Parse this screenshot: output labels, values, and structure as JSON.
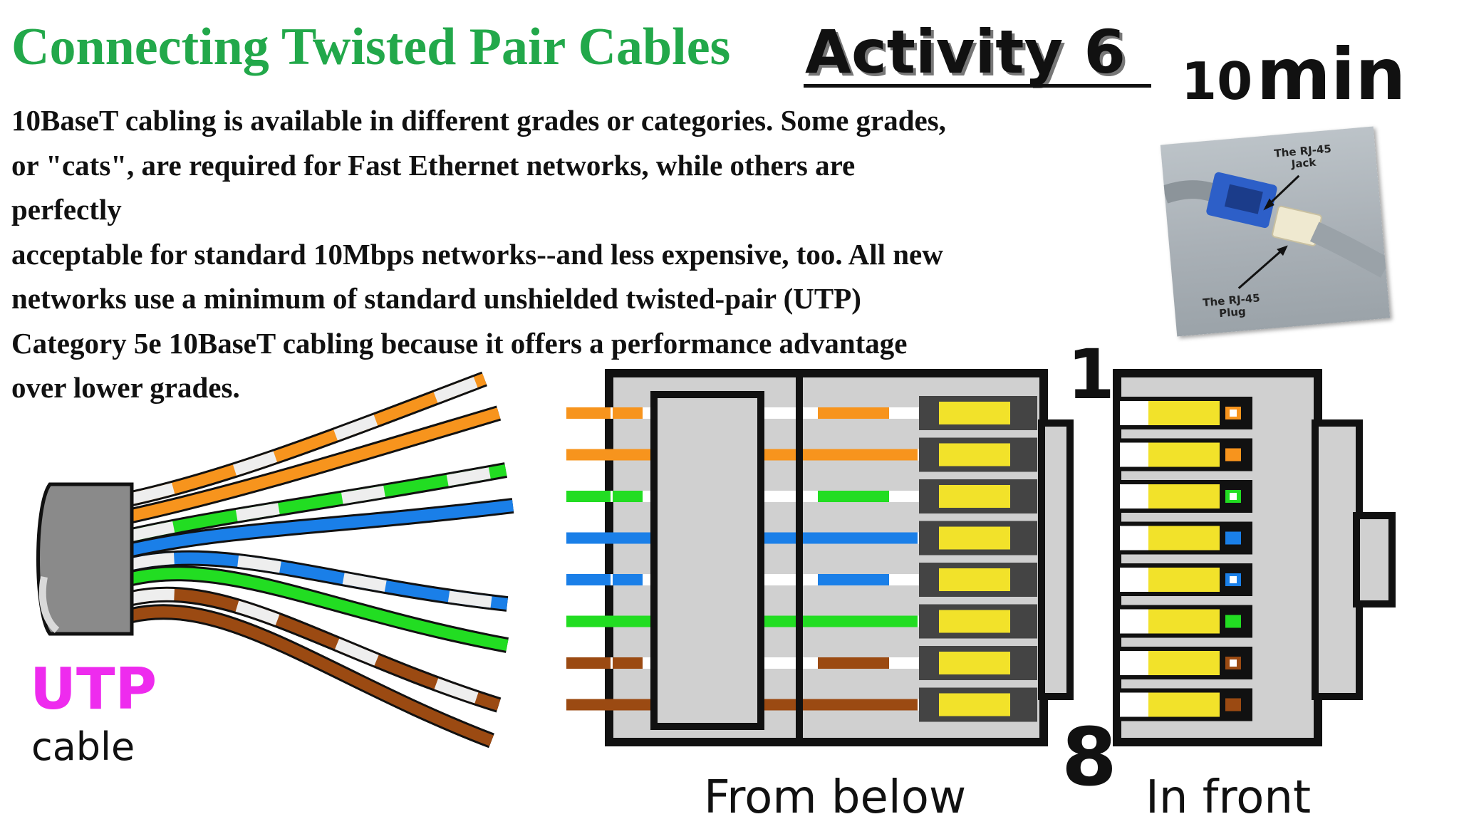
{
  "header": {
    "title": "Connecting Twisted Pair Cables",
    "activity": "Activity 6",
    "duration_number": "10",
    "duration_unit": "min"
  },
  "description": {
    "lines": [
      "10BaseT cabling is available in different grades or categories. Some grades,",
      "or \"cats\", are required for Fast Ethernet networks, while others are",
      "perfectly",
      "acceptable for standard 10Mbps networks--and less expensive, too. All new",
      "networks use a minimum of standard unshielded twisted-pair (UTP)",
      "Category 5e 10BaseT cabling because it offers a performance advantage",
      "over lower grades."
    ]
  },
  "photo": {
    "jack_label_1": "The RJ-45",
    "jack_label_2": "Jack",
    "plug_label_1": "The RJ-45",
    "plug_label_2": "Plug"
  },
  "cable": {
    "label_main": "UTP",
    "label_sub": "cable"
  },
  "connector": {
    "pin_first": "1",
    "pin_last": "8",
    "view_below": "From below",
    "view_front": "In front",
    "wires": [
      {
        "color": "orange",
        "striped": true
      },
      {
        "color": "orange",
        "striped": false
      },
      {
        "color": "green",
        "striped": true
      },
      {
        "color": "blue",
        "striped": false
      },
      {
        "color": "blue",
        "striped": true
      },
      {
        "color": "green",
        "striped": false
      },
      {
        "color": "brown",
        "striped": true
      },
      {
        "color": "brown",
        "striped": false
      }
    ]
  },
  "colors": {
    "title": "#22a84a",
    "utp": "#ee2bee",
    "orange": "#f7941d",
    "green": "#22dd22",
    "blue": "#1a7fe8",
    "brown": "#9b4a12",
    "contact": "#f2e22a",
    "connector_body": "#d0d0d0"
  }
}
